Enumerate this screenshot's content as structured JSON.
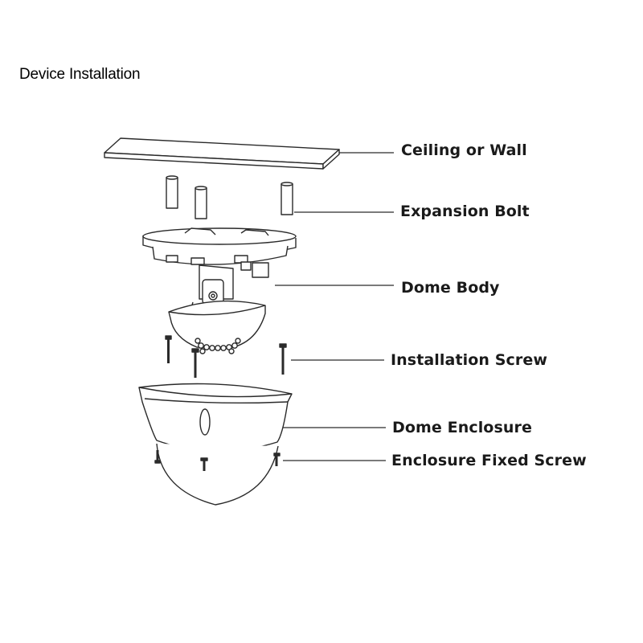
{
  "title": "Device Installation",
  "labels": {
    "ceiling": "Ceiling or Wall",
    "expansion_bolt": "Expansion Bolt",
    "dome_body": "Dome Body",
    "installation_screw": "Installation Screw",
    "dome_enclosure": "Dome Enclosure",
    "enclosure_fixed_screw": "Enclosure Fixed Screw"
  },
  "colors": {
    "line": "#2a2a2a",
    "fill": "#ffffff",
    "text": "#1a1a1a"
  }
}
